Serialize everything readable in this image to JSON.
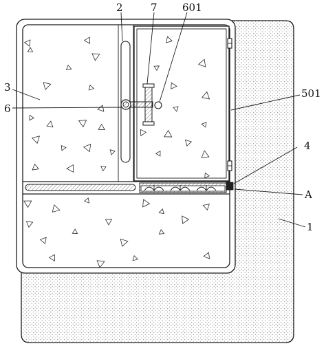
{
  "figure": {
    "labels": {
      "body": "1",
      "slot": "2",
      "panel": "3",
      "rail": "4",
      "hinge": "501",
      "door_lock": "6",
      "lock_bar": "601",
      "handle": "7",
      "detail": "A"
    }
  },
  "colors": {
    "line": "#1a1a1a",
    "background": "#ffffff",
    "stipple": "#6a6a6a",
    "hatch": "#555555"
  }
}
